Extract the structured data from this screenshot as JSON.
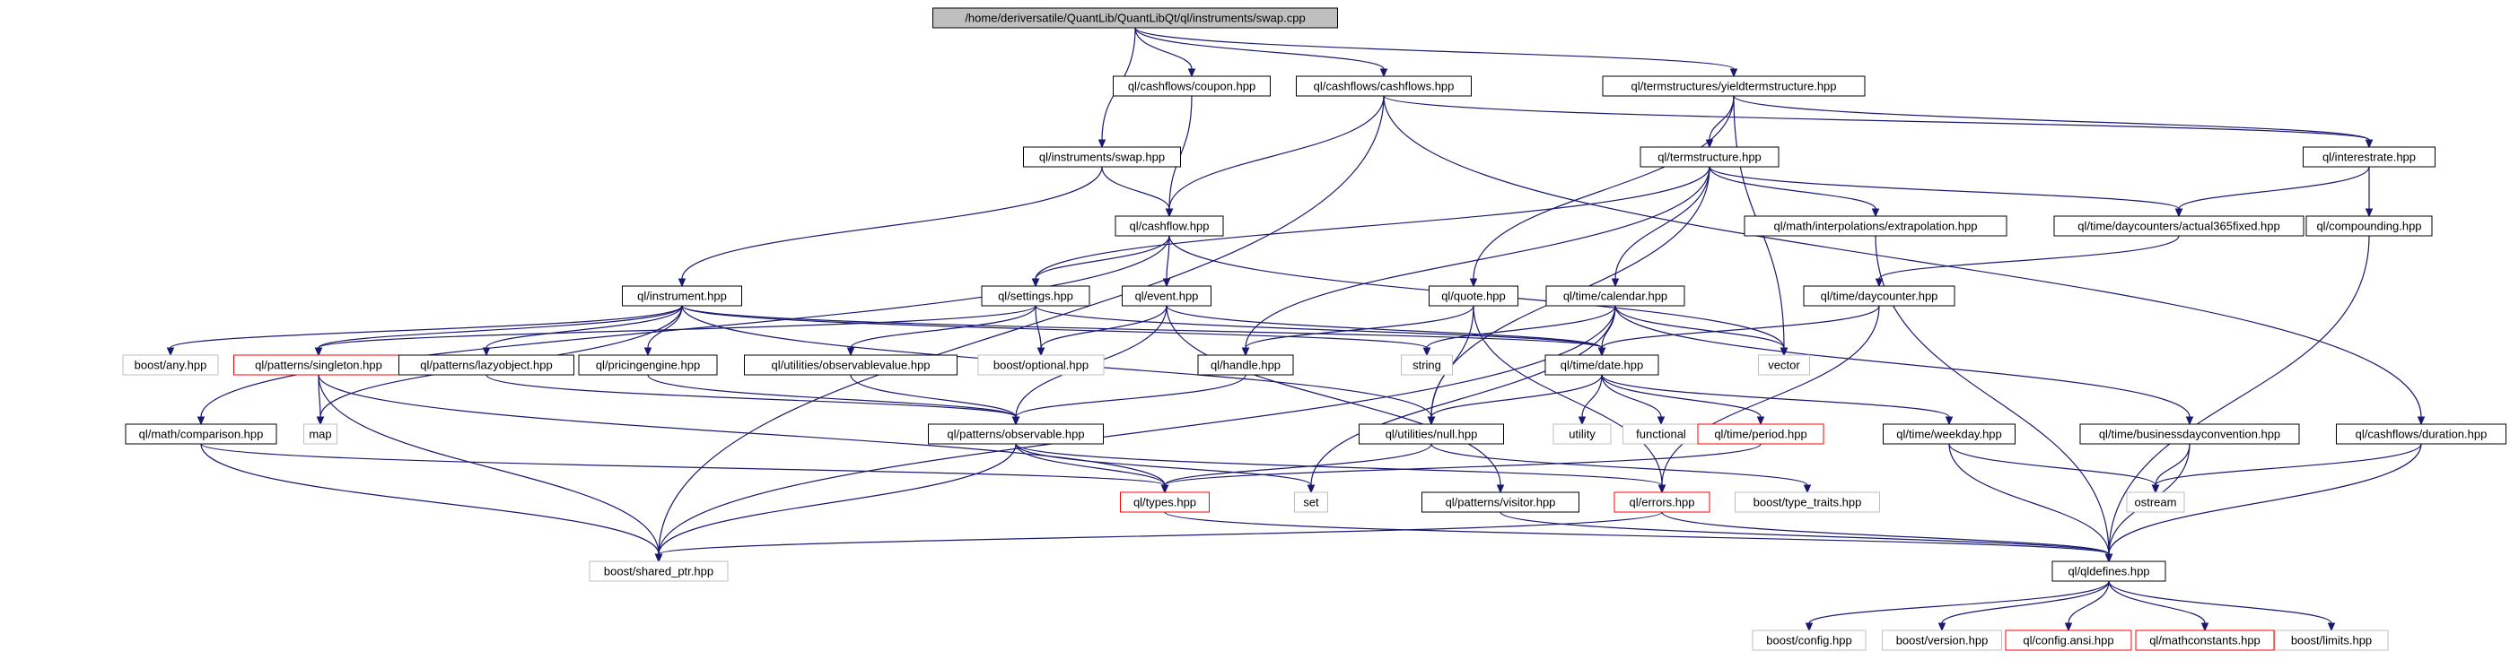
{
  "graph": {
    "colors": {
      "edge": "#191970",
      "root_fill": "#bfbfbf",
      "normal_border": "#000000",
      "missing_border": "#bfbfbf",
      "incomplete_border": "#ff0000"
    },
    "nodes": [
      {
        "id": "swap_cpp",
        "label": "/home/deriversatile/QuantLib/QuantLibQt/ql/instruments/swap.cpp",
        "style": "root"
      },
      {
        "id": "coupon",
        "label": "ql/cashflows/coupon.hpp",
        "style": "normal"
      },
      {
        "id": "cashflows",
        "label": "ql/cashflows/cashflows.hpp",
        "style": "normal"
      },
      {
        "id": "yts",
        "label": "ql/termstructures/yieldtermstructure.hpp",
        "style": "normal"
      },
      {
        "id": "swap_hpp",
        "label": "ql/instruments/swap.hpp",
        "style": "normal"
      },
      {
        "id": "termstructure",
        "label": "ql/termstructure.hpp",
        "style": "normal"
      },
      {
        "id": "interestrate",
        "label": "ql/interestrate.hpp",
        "style": "normal"
      },
      {
        "id": "cashflow",
        "label": "ql/cashflow.hpp",
        "style": "normal"
      },
      {
        "id": "extrapolation",
        "label": "ql/math/interpolations/extrapolation.hpp",
        "style": "normal"
      },
      {
        "id": "actual365",
        "label": "ql/time/daycounters/actual365fixed.hpp",
        "style": "normal"
      },
      {
        "id": "compounding",
        "label": "ql/compounding.hpp",
        "style": "normal"
      },
      {
        "id": "instrument",
        "label": "ql/instrument.hpp",
        "style": "normal"
      },
      {
        "id": "settings",
        "label": "ql/settings.hpp",
        "style": "normal"
      },
      {
        "id": "event",
        "label": "ql/event.hpp",
        "style": "normal"
      },
      {
        "id": "quote",
        "label": "ql/quote.hpp",
        "style": "normal"
      },
      {
        "id": "calendar",
        "label": "ql/time/calendar.hpp",
        "style": "normal"
      },
      {
        "id": "daycounter",
        "label": "ql/time/daycounter.hpp",
        "style": "normal"
      },
      {
        "id": "boost_any",
        "label": "boost/any.hpp",
        "style": "missing"
      },
      {
        "id": "singleton",
        "label": "ql/patterns/singleton.hpp",
        "style": "incomplete"
      },
      {
        "id": "lazyobject",
        "label": "ql/patterns/lazyobject.hpp",
        "style": "normal"
      },
      {
        "id": "pricingengine",
        "label": "ql/pricingengine.hpp",
        "style": "normal"
      },
      {
        "id": "obsvalue",
        "label": "ql/utilities/observablevalue.hpp",
        "style": "normal"
      },
      {
        "id": "boost_optional",
        "label": "boost/optional.hpp",
        "style": "missing"
      },
      {
        "id": "handle",
        "label": "ql/handle.hpp",
        "style": "normal"
      },
      {
        "id": "string",
        "label": "string",
        "style": "missing"
      },
      {
        "id": "date",
        "label": "ql/time/date.hpp",
        "style": "normal"
      },
      {
        "id": "vector",
        "label": "vector",
        "style": "missing"
      },
      {
        "id": "comparison",
        "label": "ql/math/comparison.hpp",
        "style": "normal"
      },
      {
        "id": "map",
        "label": "map",
        "style": "missing"
      },
      {
        "id": "observable",
        "label": "ql/patterns/observable.hpp",
        "style": "normal"
      },
      {
        "id": "null",
        "label": "ql/utilities/null.hpp",
        "style": "normal"
      },
      {
        "id": "utility",
        "label": "utility",
        "style": "missing"
      },
      {
        "id": "functional",
        "label": "functional",
        "style": "missing"
      },
      {
        "id": "period",
        "label": "ql/time/period.hpp",
        "style": "incomplete"
      },
      {
        "id": "weekday",
        "label": "ql/time/weekday.hpp",
        "style": "normal"
      },
      {
        "id": "bdc",
        "label": "ql/time/businessdayconvention.hpp",
        "style": "normal"
      },
      {
        "id": "duration",
        "label": "ql/cashflows/duration.hpp",
        "style": "normal"
      },
      {
        "id": "types",
        "label": "ql/types.hpp",
        "style": "incomplete"
      },
      {
        "id": "set",
        "label": "set",
        "style": "missing"
      },
      {
        "id": "visitor",
        "label": "ql/patterns/visitor.hpp",
        "style": "normal"
      },
      {
        "id": "errors",
        "label": "ql/errors.hpp",
        "style": "incomplete"
      },
      {
        "id": "type_traits",
        "label": "boost/type_traits.hpp",
        "style": "missing"
      },
      {
        "id": "ostream",
        "label": "ostream",
        "style": "missing"
      },
      {
        "id": "shared_ptr",
        "label": "boost/shared_ptr.hpp",
        "style": "missing"
      },
      {
        "id": "qldefines",
        "label": "ql/qldefines.hpp",
        "style": "normal"
      },
      {
        "id": "boost_config",
        "label": "boost/config.hpp",
        "style": "missing"
      },
      {
        "id": "boost_version",
        "label": "boost/version.hpp",
        "style": "missing"
      },
      {
        "id": "config_ansi",
        "label": "ql/config.ansi.hpp",
        "style": "incomplete"
      },
      {
        "id": "mathconstants",
        "label": "ql/mathconstants.hpp",
        "style": "incomplete"
      },
      {
        "id": "boost_limits",
        "label": "boost/limits.hpp",
        "style": "missing"
      }
    ],
    "edges": [
      [
        "swap_cpp",
        "coupon"
      ],
      [
        "swap_cpp",
        "cashflows"
      ],
      [
        "swap_cpp",
        "yts"
      ],
      [
        "swap_cpp",
        "swap_hpp"
      ],
      [
        "coupon",
        "cashflow"
      ],
      [
        "cashflows",
        "cashflow"
      ],
      [
        "cashflows",
        "interestrate"
      ],
      [
        "cashflows",
        "duration"
      ],
      [
        "cashflows",
        "shared_ptr"
      ],
      [
        "yts",
        "termstructure"
      ],
      [
        "yts",
        "interestrate"
      ],
      [
        "yts",
        "quote"
      ],
      [
        "yts",
        "vector"
      ],
      [
        "swap_hpp",
        "cashflow"
      ],
      [
        "swap_hpp",
        "instrument"
      ],
      [
        "termstructure",
        "actual365"
      ],
      [
        "termstructure",
        "extrapolation"
      ],
      [
        "termstructure",
        "calendar"
      ],
      [
        "termstructure",
        "settings"
      ],
      [
        "termstructure",
        "handle"
      ],
      [
        "termstructure",
        "null"
      ],
      [
        "interestrate",
        "actual365"
      ],
      [
        "interestrate",
        "compounding"
      ],
      [
        "cashflow",
        "settings"
      ],
      [
        "cashflow",
        "event"
      ],
      [
        "cashflow",
        "vector"
      ],
      [
        "cashflow",
        "comparison"
      ],
      [
        "extrapolation",
        "qldefines"
      ],
      [
        "actual365",
        "daycounter"
      ],
      [
        "compounding",
        "qldefines"
      ],
      [
        "instrument",
        "boost_any"
      ],
      [
        "instrument",
        "singleton"
      ],
      [
        "instrument",
        "lazyobject"
      ],
      [
        "instrument",
        "pricingengine"
      ],
      [
        "instrument",
        "string"
      ],
      [
        "instrument",
        "date"
      ],
      [
        "instrument",
        "map"
      ],
      [
        "instrument",
        "null"
      ],
      [
        "settings",
        "singleton"
      ],
      [
        "settings",
        "obsvalue"
      ],
      [
        "settings",
        "boost_optional"
      ],
      [
        "settings",
        "date"
      ],
      [
        "event",
        "boost_optional"
      ],
      [
        "event",
        "observable"
      ],
      [
        "event",
        "date"
      ],
      [
        "event",
        "visitor"
      ],
      [
        "quote",
        "handle"
      ],
      [
        "quote",
        "null"
      ],
      [
        "quote",
        "errors"
      ],
      [
        "calendar",
        "date"
      ],
      [
        "calendar",
        "string"
      ],
      [
        "calendar",
        "vector"
      ],
      [
        "calendar",
        "set"
      ],
      [
        "calendar",
        "shared_ptr"
      ],
      [
        "calendar",
        "bdc"
      ],
      [
        "daycounter",
        "date"
      ],
      [
        "daycounter",
        "errors"
      ],
      [
        "singleton",
        "map"
      ],
      [
        "singleton",
        "types"
      ],
      [
        "singleton",
        "shared_ptr"
      ],
      [
        "lazyobject",
        "observable"
      ],
      [
        "pricingengine",
        "observable"
      ],
      [
        "obsvalue",
        "observable"
      ],
      [
        "handle",
        "observable"
      ],
      [
        "date",
        "null"
      ],
      [
        "date",
        "utility"
      ],
      [
        "date",
        "functional"
      ],
      [
        "date",
        "period"
      ],
      [
        "date",
        "weekday"
      ],
      [
        "comparison",
        "types"
      ],
      [
        "comparison",
        "shared_ptr"
      ],
      [
        "observable",
        "types"
      ],
      [
        "observable",
        "set"
      ],
      [
        "observable",
        "errors"
      ],
      [
        "observable",
        "shared_ptr"
      ],
      [
        "null",
        "types"
      ],
      [
        "null",
        "type_traits"
      ],
      [
        "period",
        "types"
      ],
      [
        "weekday",
        "ostream"
      ],
      [
        "weekday",
        "qldefines"
      ],
      [
        "bdc",
        "ostream"
      ],
      [
        "bdc",
        "qldefines"
      ],
      [
        "duration",
        "ostream"
      ],
      [
        "duration",
        "qldefines"
      ],
      [
        "types",
        "qldefines"
      ],
      [
        "visitor",
        "qldefines"
      ],
      [
        "errors",
        "qldefines"
      ],
      [
        "errors",
        "shared_ptr"
      ],
      [
        "qldefines",
        "boost_config"
      ],
      [
        "qldefines",
        "boost_version"
      ],
      [
        "qldefines",
        "config_ansi"
      ],
      [
        "qldefines",
        "mathconstants"
      ],
      [
        "qldefines",
        "boost_limits"
      ]
    ]
  }
}
